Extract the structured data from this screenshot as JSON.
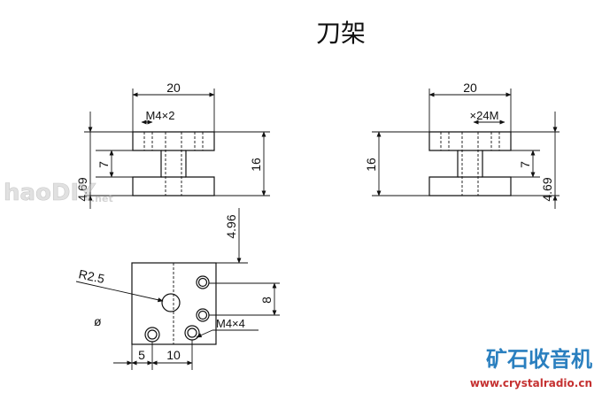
{
  "title": "刀架",
  "left_view": {
    "width_dim": "20",
    "thread_note": "M4×2",
    "height_dim": "16",
    "slot_dim": "7",
    "edge_dim": "4.69"
  },
  "right_view": {
    "width_dim": "20",
    "thread_note": "×24M",
    "height_dim": "16",
    "slot_dim": "7",
    "edge_dim": "4.69"
  },
  "plan_view": {
    "top_offset": "4.96",
    "radius_note": "R2.5",
    "diameter_symbol": "ø",
    "spacing_dim": "8",
    "thread_note": "M4×4",
    "bottom_dim_left": "5",
    "bottom_dim_right": "10"
  },
  "watermark": {
    "left": "haoDIY",
    "left_suffix": ".net",
    "brand": "矿石收音机",
    "url": "www.crystalradio.cn"
  },
  "colors": {
    "line": "#111111",
    "brand_blue": "#2a7fbf",
    "url_red": "#c53131",
    "watermark_gray": "#d0d0d0"
  }
}
